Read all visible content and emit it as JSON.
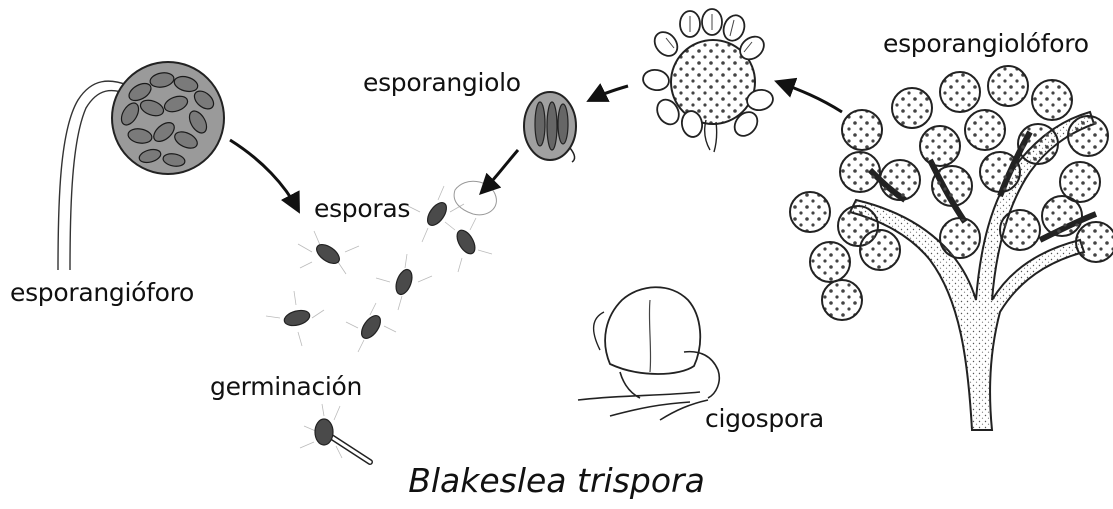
{
  "labels": {
    "esporangioloforo": "esporangiolóforo",
    "esporangiolo": "esporangiolo",
    "esporas": "esporas",
    "esporangioforo": "esporangióforo",
    "germinacion": "germinación",
    "cigospora": "cigospora"
  },
  "title": "Blakeslea trispora",
  "colors": {
    "ink": "#111111",
    "spore": "#4a4a4a",
    "sporangium": "#7a7a7a",
    "background": "#ffffff"
  }
}
